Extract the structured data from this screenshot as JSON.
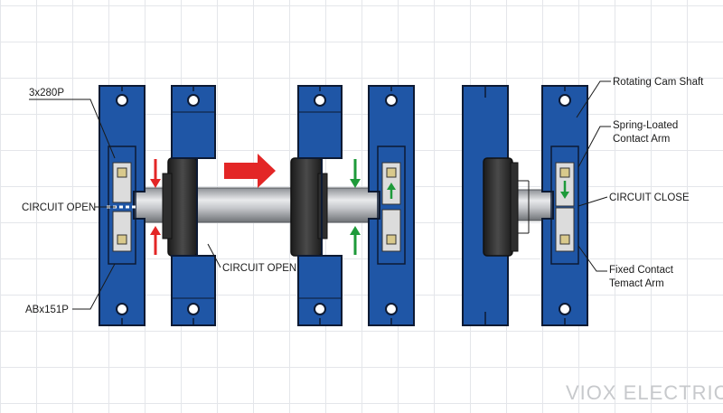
{
  "labels": {
    "top_left": "3x280P",
    "bottom_left": "ABx151P",
    "circuit_open_left": "CIRCUIT OPEN",
    "circuit_open_bottom": "CIRCUIT OPEN",
    "rotating_cam_shaft": "Rotating Cam Shaft",
    "spring_loaded_line1": "Spring-Loated",
    "spring_loaded_line2": "Contact Arm",
    "circuit_close": "CIRCUIT CLOSE",
    "fixed_contact_line1": "Fixed Contact",
    "fixed_contact_line2": "Temact Arm"
  },
  "watermark": "VIOX ELECTRIC",
  "colors": {
    "plate_blue": "#1f56a6",
    "plate_outline": "#0d1a33",
    "arrow_red": "#e32626",
    "arrow_green": "#1e9a3a",
    "shaft": "#b9bcc1",
    "cam": "#2b2b2b"
  }
}
